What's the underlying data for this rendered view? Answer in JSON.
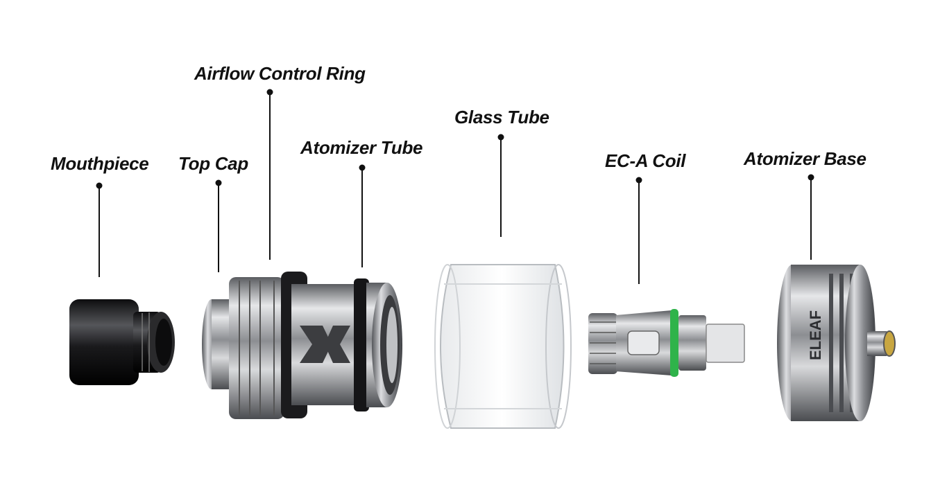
{
  "labels": {
    "mouthpiece": "Mouthpiece",
    "top_cap": "Top Cap",
    "airflow_control_ring": "Airflow Control Ring",
    "atomizer_tube": "Atomizer Tube",
    "glass_tube": "Glass Tube",
    "coil": "EC-A Coil",
    "atomizer_base": "Atomizer Base"
  },
  "brand_mark": "ELEAF",
  "colors": {
    "text": "#111111",
    "coil_ring": "#2fb34a",
    "mouthpiece": "#1e1e20"
  }
}
